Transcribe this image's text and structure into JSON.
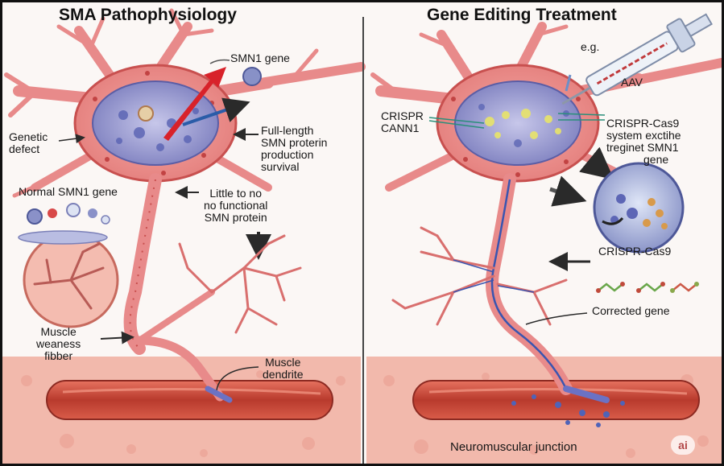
{
  "left_panel": {
    "title": "SMA Pathophysiology",
    "labels": {
      "smn1_gene": "SMN1 gene",
      "genetic_defect": [
        "Genetic",
        "defect"
      ],
      "full_length": [
        "Full-length",
        "SMN proterin",
        "production",
        "survival"
      ],
      "normal_smn1": "Normal SMN1 gene",
      "little_to_no": [
        "Little to no",
        "no functional",
        "SMN protein"
      ],
      "muscle_weakness": [
        "Muscle",
        "weaness",
        "fibber"
      ],
      "muscle_dendrite": [
        "Muscle",
        "dendrite"
      ]
    }
  },
  "right_panel": {
    "title": "Gene Editing Treatment",
    "labels": {
      "eg": "e.g.",
      "aav": "AAV",
      "crispr_cann1": [
        "CRISPR",
        "CANN1"
      ],
      "crispr_system": [
        "CRISPR-Cas9",
        "system exctihe",
        "treginet SMN1",
        "gene"
      ],
      "crispr_cas9": "CRISPR-Cas9",
      "corrected_gene": "Corrected gene",
      "nmj": "Neuromuscular junction"
    }
  },
  "badge": "ai",
  "colors": {
    "neuron": "#e88a8a",
    "neuron_dark": "#c8504f",
    "nucleus": "#8f90c9",
    "muscle": "#f1b5a8",
    "muscle_fiber": "#c94a3c",
    "arrow_red": "#d8222a",
    "arrow_blue": "#2a5ca8",
    "arrow_dark": "#2a2a2a"
  }
}
